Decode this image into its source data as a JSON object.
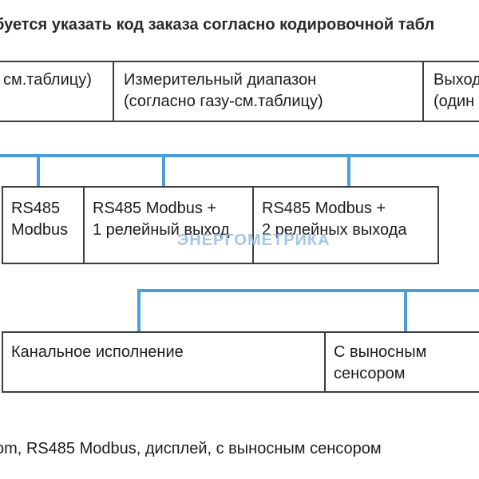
{
  "title": "буется указать код заказа согласно кодировочной табл",
  "watermark": "ЭНЕРГОМЕТРИКА",
  "footer": "om, RS485 Modbus, дисплей, с выносным сенсором",
  "colors": {
    "connector_blue": "#4a9fd9",
    "table_border": "#3e3e3e",
    "text": "#1c1c1c",
    "watermark_blue": "#8fb9e0"
  },
  "tables": {
    "row1": {
      "cells": [
        {
          "lines": [
            "см.таблицу)"
          ]
        },
        {
          "lines": [
            "Измерительный диапазон",
            "(согласно газу-см.таблицу)"
          ]
        },
        {
          "lines": [
            "Выходн",
            "(один и"
          ]
        }
      ]
    },
    "row2": {
      "cells": [
        {
          "lines": [
            "RS485",
            "Modbus"
          ]
        },
        {
          "lines": [
            "RS485 Modbus +",
            "1 релейный выход"
          ]
        },
        {
          "lines": [
            "RS485 Modbus +",
            "2 релейных выхода"
          ]
        }
      ]
    },
    "row3": {
      "cells": [
        {
          "lines": [
            "Канальное исполнение"
          ]
        },
        {
          "lines": [
            "С выносным",
            "сенсором"
          ]
        }
      ]
    }
  }
}
